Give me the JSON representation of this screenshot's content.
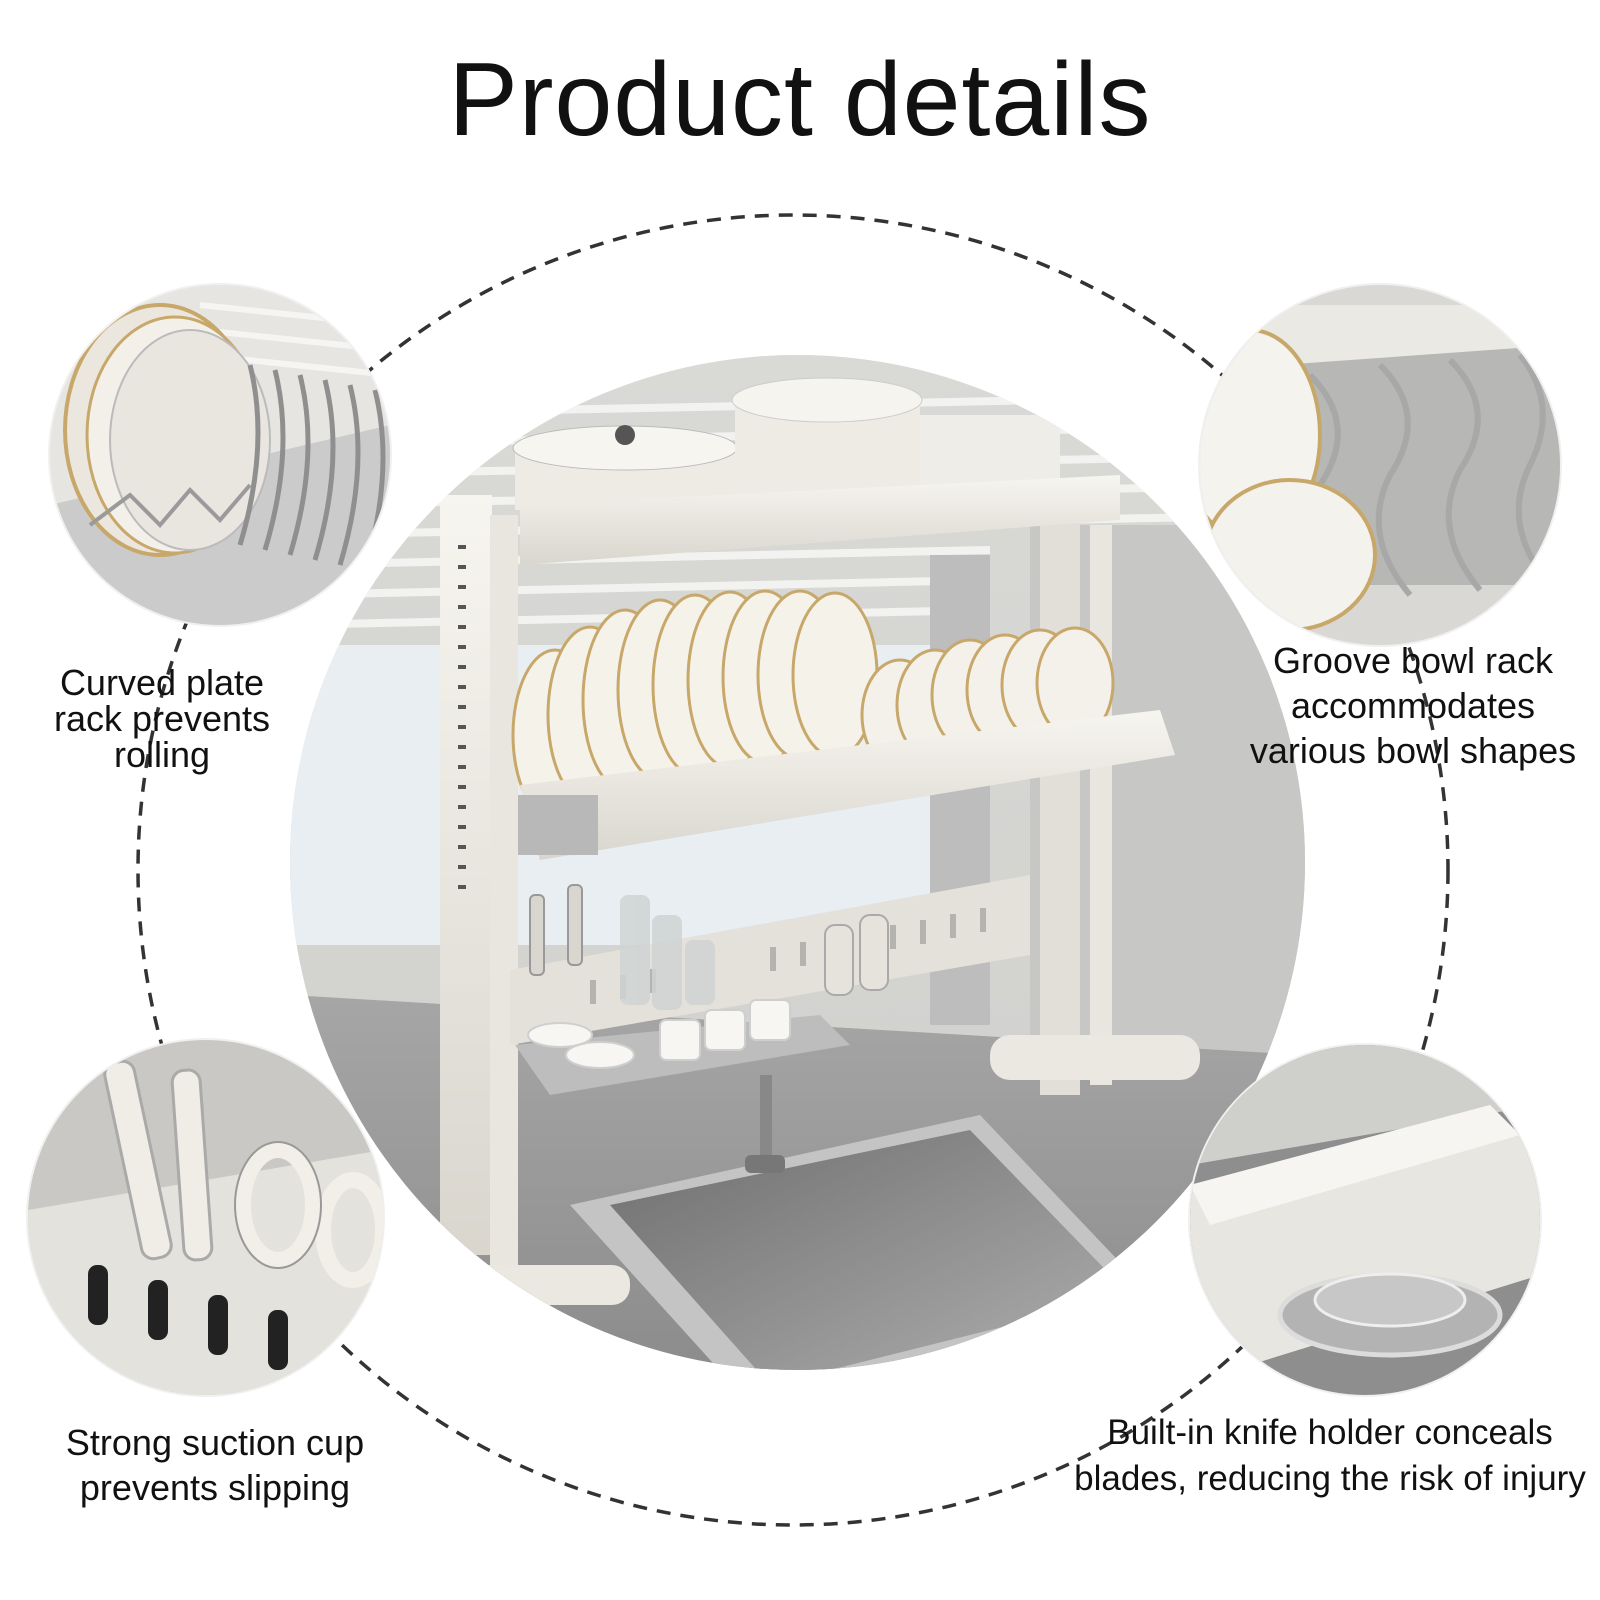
{
  "title": "Product details",
  "features": [
    {
      "caption": "Curved plate rack prevents rolling",
      "icon": "curved-plate-rack-icon"
    },
    {
      "caption": "Groove bowl rack accommodates various bowl shapes",
      "icon": "groove-bowl-rack-icon"
    },
    {
      "caption": "Strong suction cup prevents slipping",
      "icon": "knife-holder-icon"
    },
    {
      "caption": "Built-in knife holder conceals blades, reducing the risk of injury",
      "icon": "suction-cup-foot-icon"
    }
  ],
  "colors": {
    "rack_white": "#ece9e2",
    "steel": "#9a9a9a",
    "ring_dash": "#333333",
    "background": "#ffffff"
  }
}
